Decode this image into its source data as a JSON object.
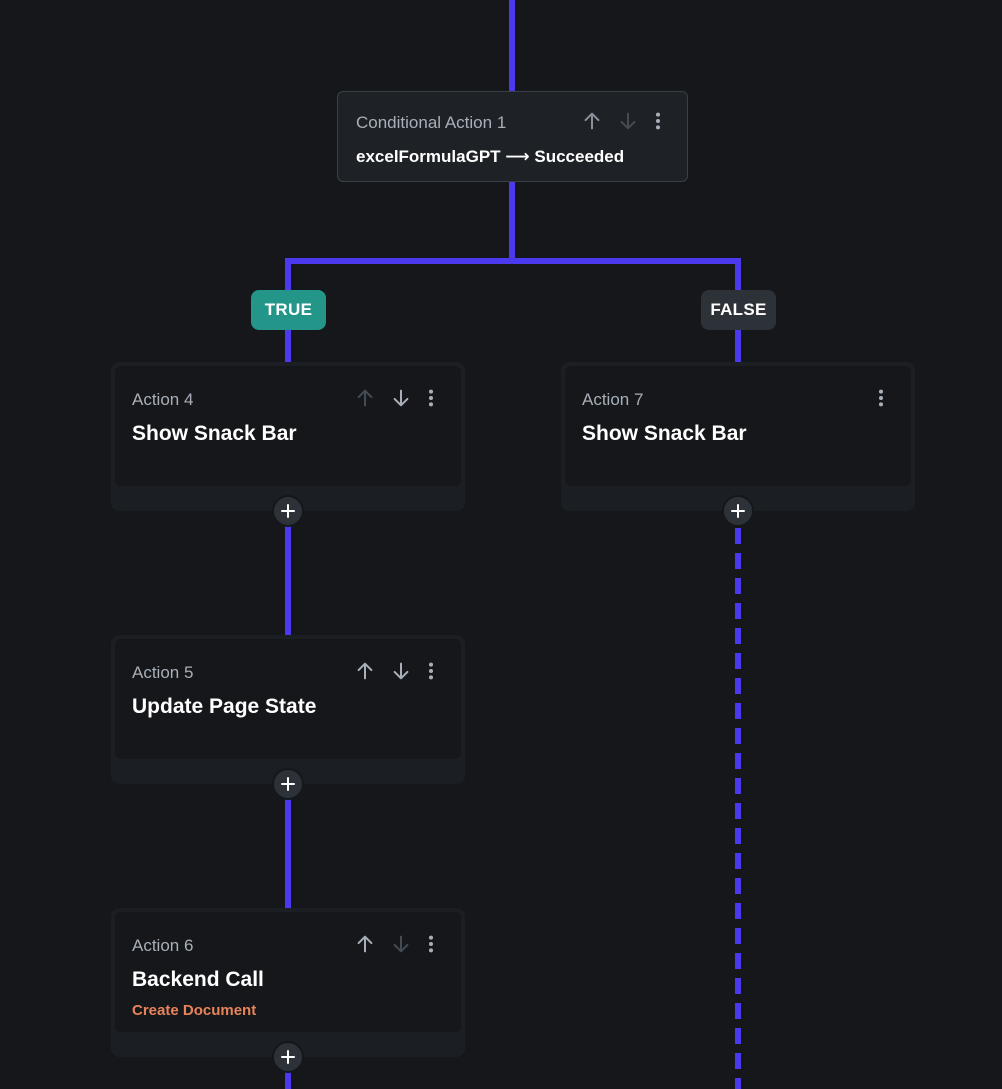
{
  "conditional": {
    "title": "Conditional Action 1",
    "condition": "excelFormulaGPT ⟶ Succeeded"
  },
  "branches": {
    "true_label": "TRUE",
    "false_label": "FALSE"
  },
  "actions": [
    {
      "label": "Action 4",
      "title": "Show Snack Bar",
      "subtitle": ""
    },
    {
      "label": "Action 5",
      "title": "Update Page State",
      "subtitle": ""
    },
    {
      "label": "Action 6",
      "title": "Backend Call",
      "subtitle": "Create Document"
    },
    {
      "label": "Action 7",
      "title": "Show Snack Bar",
      "subtitle": ""
    }
  ],
  "colors": {
    "background": "#15171a",
    "connector": "#4b39ef",
    "true_badge": "#249689",
    "false_badge": "#2d3239",
    "subtitle_accent": "#e8835a"
  },
  "icons": {
    "move_up": "arrow-up-icon",
    "move_down": "arrow-down-icon",
    "more": "more-vertical-icon",
    "add": "plus-icon"
  }
}
